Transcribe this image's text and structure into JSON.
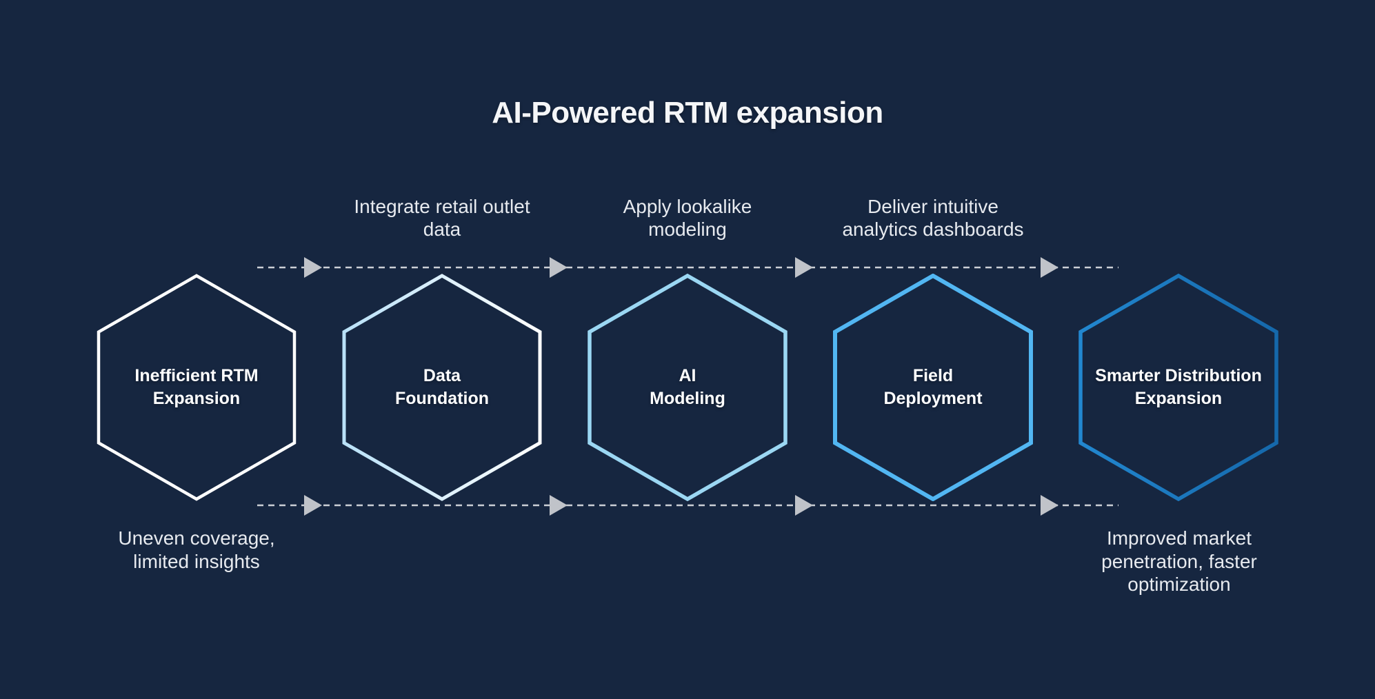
{
  "title": "AI-Powered RTM expansion",
  "colors": {
    "background": "#162640",
    "dashed_line": "#ccd0d6",
    "arrowhead": "#c0c3c9",
    "text_primary": "#ffffff",
    "text_secondary": "#e7eaef"
  },
  "flow": {
    "step_labels": [
      {
        "text": "Integrate retail outlet\ndata"
      },
      {
        "text": "Apply lookalike\nmodeling"
      },
      {
        "text": "Deliver intuitive\nanalytics dashboards"
      }
    ]
  },
  "stages": [
    {
      "label": "Inefficient RTM\nExpansion",
      "stroke": "#ffffff"
    },
    {
      "label": "Data\nFoundation",
      "stroke_from": "#b9e1f8",
      "stroke_to": "#ffffff"
    },
    {
      "label": "AI\nModeling",
      "stroke": "#9bd7f3"
    },
    {
      "label": "Field\nDeployment",
      "stroke": "#52b6f2"
    },
    {
      "label": "Smarter Distribution\nExpansion",
      "stroke_from": "#2287cf",
      "stroke_to": "#1568ab"
    }
  ],
  "captions": {
    "start": "Uneven coverage,\nlimited insights",
    "end": "Improved market\npenetration, faster\noptimization"
  }
}
